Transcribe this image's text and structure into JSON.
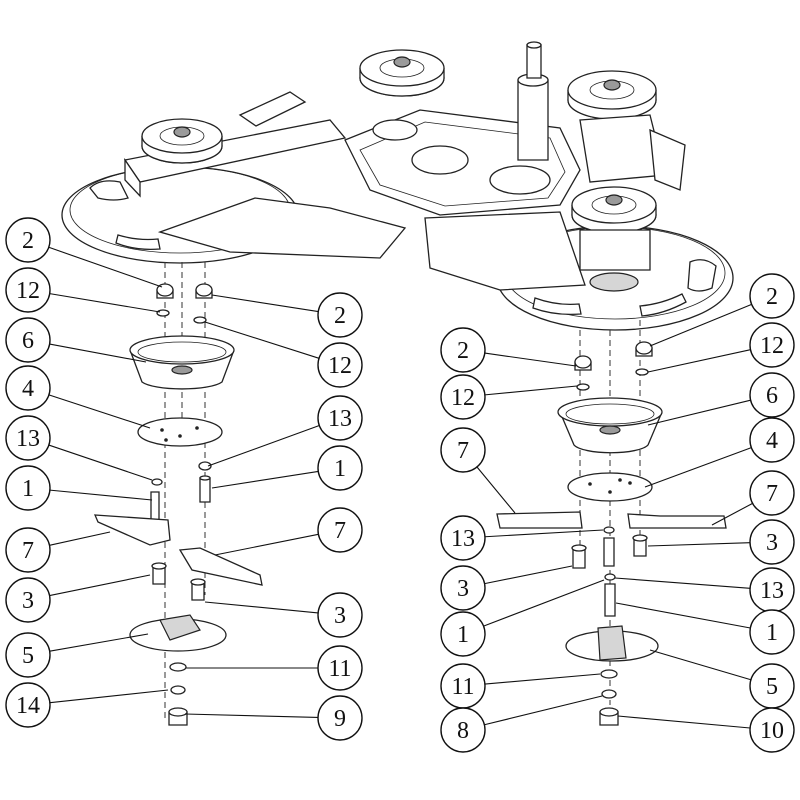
{
  "callouts": [
    {
      "label": "2"
    },
    {
      "label": "12"
    },
    {
      "label": "6"
    },
    {
      "label": "4"
    },
    {
      "label": "13"
    },
    {
      "label": "1"
    },
    {
      "label": "7"
    },
    {
      "label": "3"
    },
    {
      "label": "5"
    },
    {
      "label": "14"
    },
    {
      "label": "2"
    },
    {
      "label": "12"
    },
    {
      "label": "13"
    },
    {
      "label": "1"
    },
    {
      "label": "7"
    },
    {
      "label": "3"
    },
    {
      "label": "11"
    },
    {
      "label": "9"
    },
    {
      "label": "2"
    },
    {
      "label": "12"
    },
    {
      "label": "7"
    },
    {
      "label": "13"
    },
    {
      "label": "3"
    },
    {
      "label": "1"
    },
    {
      "label": "11"
    },
    {
      "label": "8"
    },
    {
      "label": "2"
    },
    {
      "label": "12"
    },
    {
      "label": "6"
    },
    {
      "label": "4"
    },
    {
      "label": "7"
    },
    {
      "label": "3"
    },
    {
      "label": "13"
    },
    {
      "label": "1"
    },
    {
      "label": "5"
    },
    {
      "label": "10"
    }
  ]
}
